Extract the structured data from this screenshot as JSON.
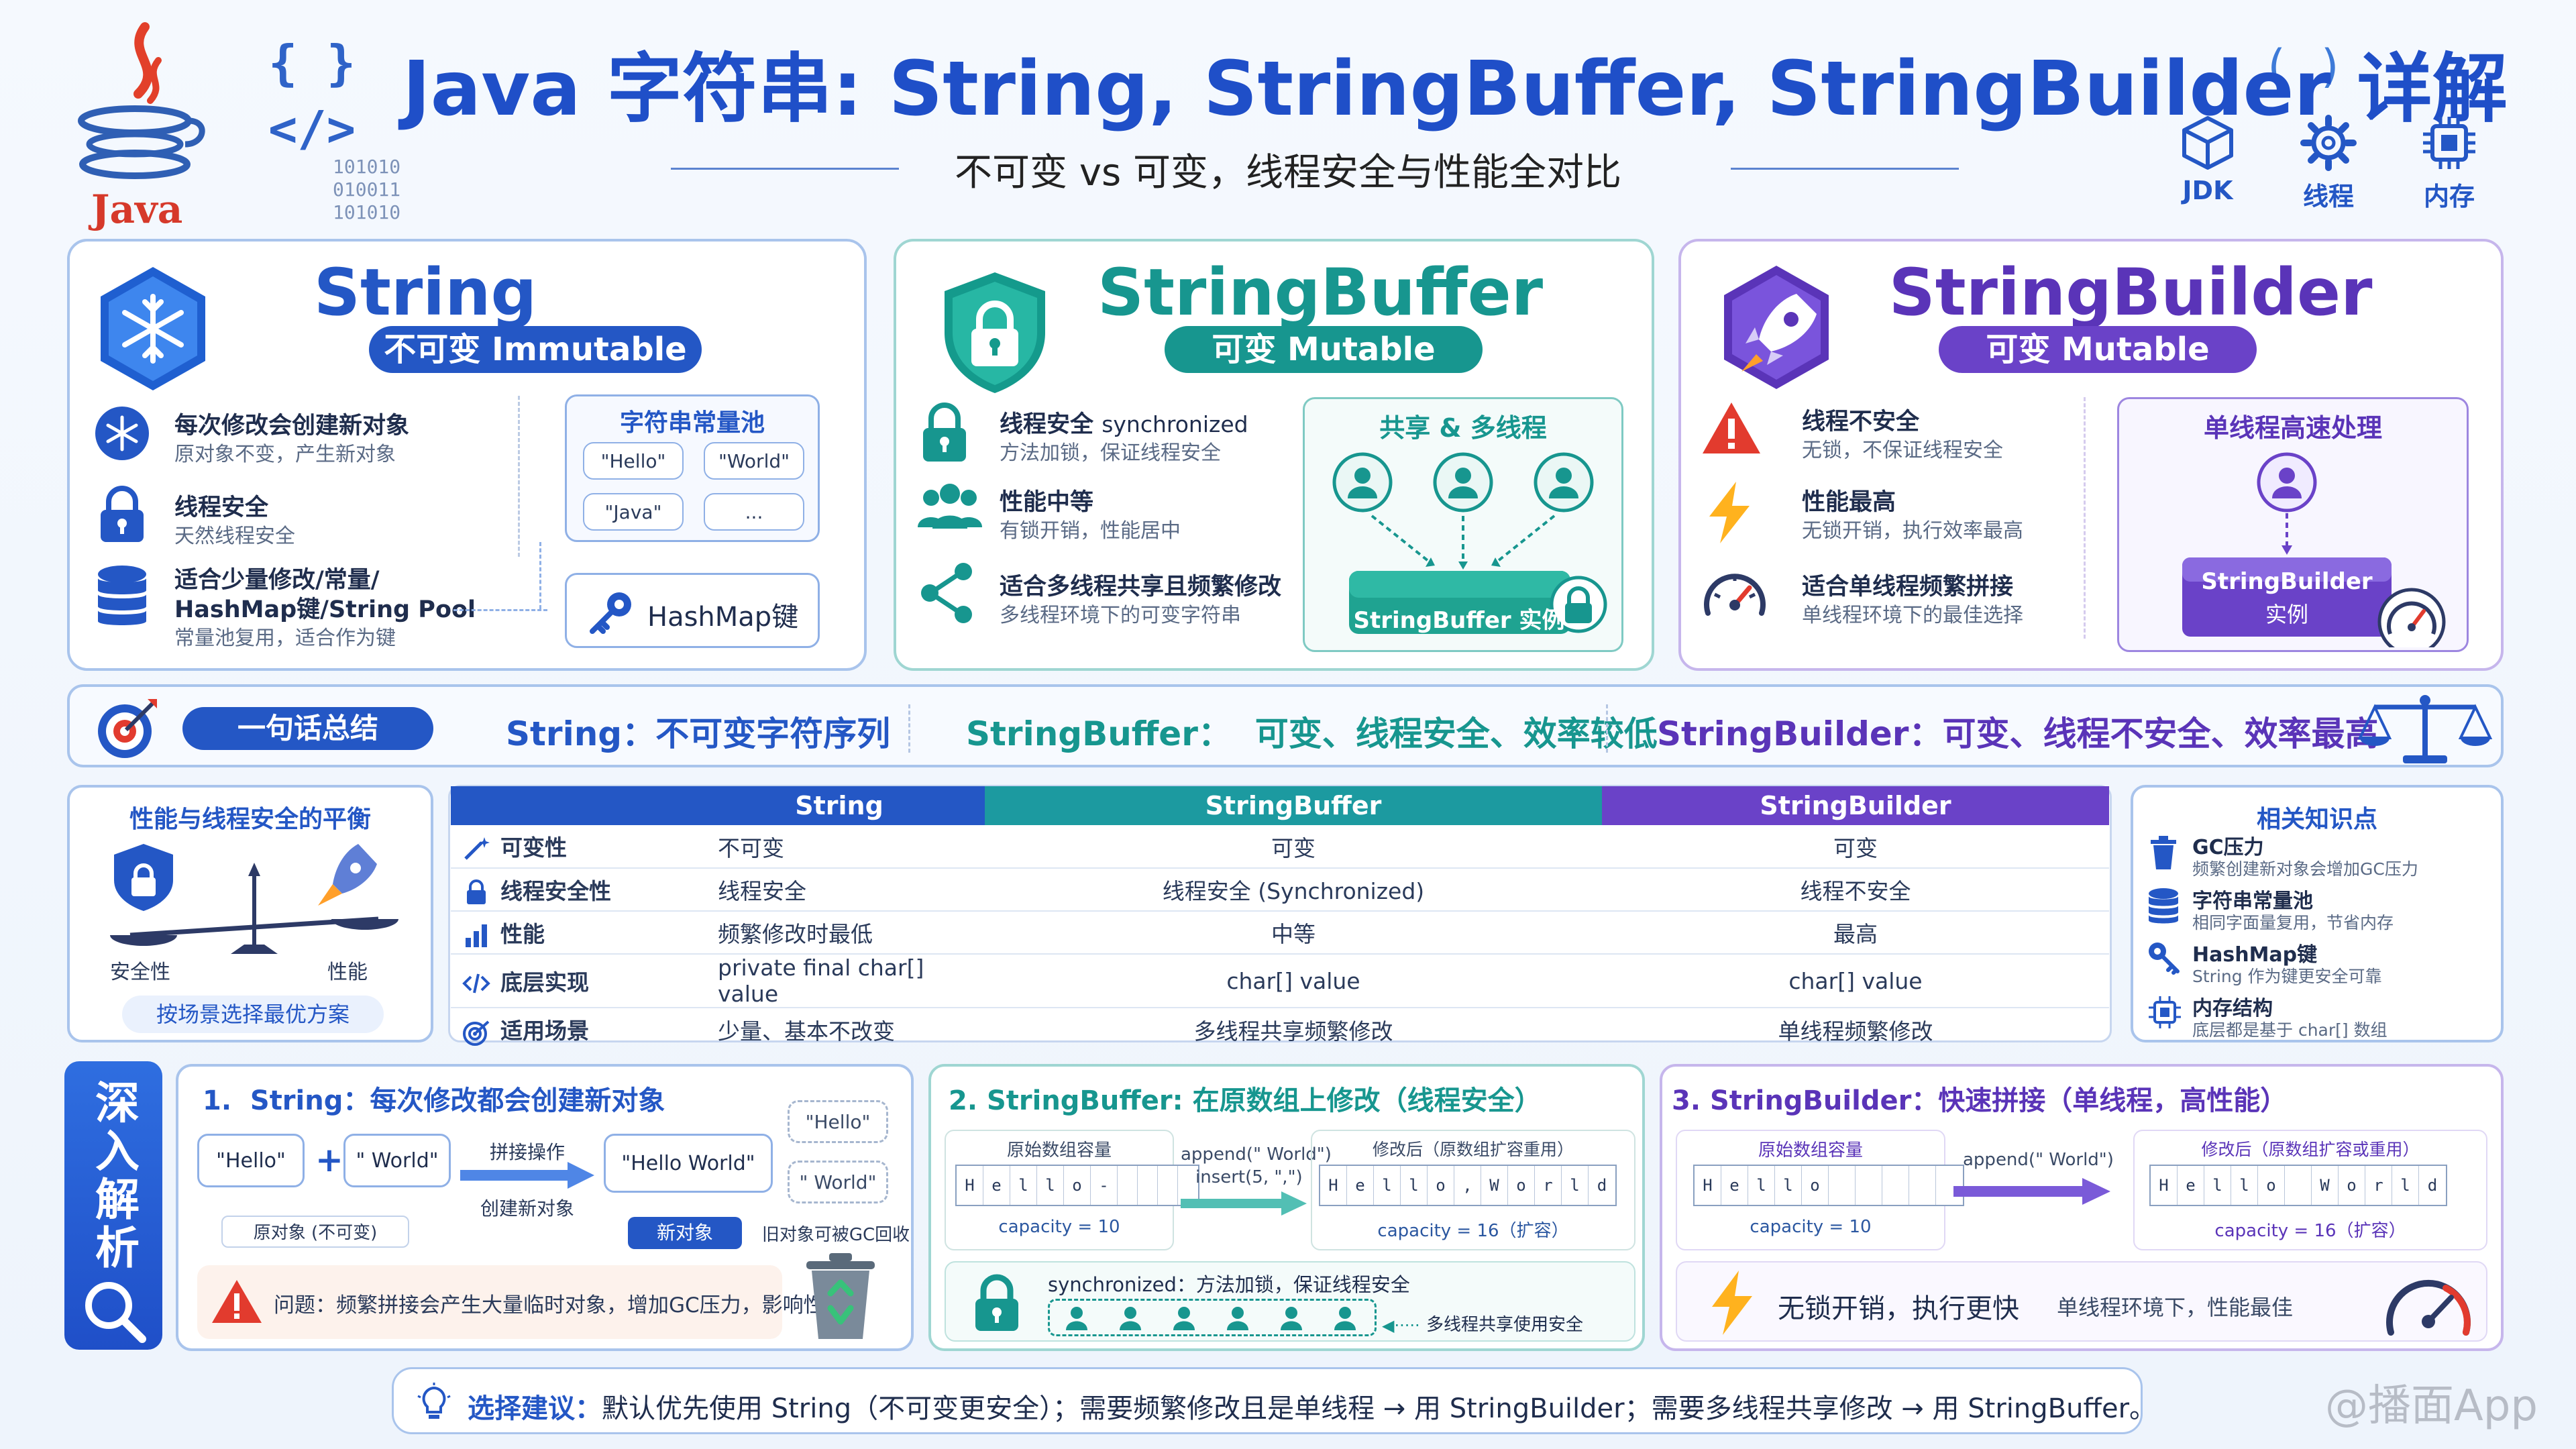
{
  "header": {
    "java_logo_text": "Java",
    "title": "Java 字符串: String, StringBuffer, StringBuilder 详解",
    "subtitle": "不可变 vs 可变，线程安全与性能全对比",
    "deco_braces": "{ }",
    "deco_tags": "</>",
    "deco_parens": "( )",
    "binary": [
      "101010",
      "010011",
      "101010"
    ],
    "top_icons": [
      {
        "label": "JDK",
        "icon": "cube-icon"
      },
      {
        "label": "线程",
        "icon": "gear-icon"
      },
      {
        "label": "内存",
        "icon": "chip-icon"
      }
    ]
  },
  "string_card": {
    "title": "String",
    "tag": "不可变 Immutable",
    "items": [
      {
        "title": "每次修改会创建新对象",
        "desc": "原对象不变，产生新对象"
      },
      {
        "title": "线程安全",
        "desc": "天然线程安全"
      },
      {
        "title": "适合少量修改/常量/",
        "title2": "HashMap键/String Pool",
        "desc": "常量池复用，适合作为键"
      }
    ],
    "pool_title": "字符串常量池",
    "pool_items": [
      "\"Hello\"",
      "\"World\"",
      "\"Java\"",
      "..."
    ],
    "hashmap_label": "HashMap键"
  },
  "buffer_card": {
    "title": "StringBuffer",
    "tag": "可变  Mutable",
    "items": [
      {
        "title": "线程安全",
        "title_suffix": "synchronized",
        "desc": "方法加锁，保证线程安全"
      },
      {
        "title": "性能中等",
        "desc": "有锁开销，性能居中"
      },
      {
        "title": "适合多线程共享且频繁修改",
        "desc": "多线程环境下的可变字符串"
      }
    ],
    "diagram_title": "共享 & 多线程",
    "instance_label": "StringBuffer 实例"
  },
  "builder_card": {
    "title": "StringBuilder",
    "tag": "可变  Mutable",
    "items": [
      {
        "title": "线程不安全",
        "desc": "无锁，不保证线程安全"
      },
      {
        "title": "性能最高",
        "desc": "无锁开销，执行效率最高"
      },
      {
        "title": "适合单线程频繁拼接",
        "desc": "单线程环境下的最佳选择"
      }
    ],
    "diagram_title": "单线程高速处理",
    "instance_line1": "StringBuilder",
    "instance_line2": "实例"
  },
  "summary": {
    "badge": "一句话总结",
    "parts": [
      "String：不可变字符序列",
      "StringBuffer：  可变、线程安全、效率较低",
      "StringBuilder：可变、线程不安全、效率最高"
    ]
  },
  "balance": {
    "title": "性能与线程安全的平衡",
    "left_label": "安全性",
    "right_label": "性能",
    "footer": "按场景选择最优方案"
  },
  "comparison": {
    "headers": [
      "String",
      "StringBuffer",
      "StringBuilder"
    ],
    "rows": [
      {
        "label": "可变性",
        "icon": "wand-icon",
        "values": [
          "不可变",
          "可变",
          "可变"
        ]
      },
      {
        "label": "线程安全性",
        "icon": "lock-icon",
        "values": [
          "线程安全",
          "线程安全 (Synchronized)",
          "线程不安全"
        ]
      },
      {
        "label": "性能",
        "icon": "bar-chart-icon",
        "values": [
          "频繁修改时最低",
          "中等",
          "最高"
        ]
      },
      {
        "label": "底层实现",
        "icon": "code-icon",
        "values": [
          "private final char[] value",
          "char[] value",
          "char[] value"
        ]
      },
      {
        "label": "适用场景",
        "icon": "target-icon",
        "values": [
          "少量、基本不改变",
          "多线程共享频繁修改",
          "单线程频繁修改"
        ]
      }
    ]
  },
  "knowledge": {
    "title": "相关知识点",
    "items": [
      {
        "title": "GC压力",
        "desc": "频繁创建新对象会增加GC压力",
        "icon": "trash-icon"
      },
      {
        "title": "字符串常量池",
        "desc": "相同字面量复用，节省内存",
        "icon": "database-icon"
      },
      {
        "title": "HashMap键",
        "desc": "String 作为键更安全可靠",
        "icon": "key-icon"
      },
      {
        "title": "内存结构",
        "desc": "底层都是基于 char[] 数组",
        "icon": "chip-icon"
      }
    ]
  },
  "deep": {
    "side_label": "深入解析",
    "p1": {
      "title": "1.  String：每次修改都会创建新对象",
      "hello": "\"Hello\"",
      "plus": "+",
      "world": "\" World\"",
      "op": "拼接操作",
      "op_sub": "创建新对象",
      "result": "\"Hello World\"",
      "orig_label": "原对象 (不可变)",
      "new_label": "新对象",
      "old1": "\"Hello\"",
      "old2": "\" World\"",
      "gc_label": "旧对象可被GC回收",
      "warning": "问题：频繁拼接会产生大量临时对象，增加GC压力，影响性能"
    },
    "p2": {
      "title": "2. StringBuffer: 在原数组上修改（线程安全）",
      "orig_cap_title": "原始数组容量",
      "orig_cells": [
        "H",
        "e",
        "l",
        "l",
        "o",
        "-",
        "",
        "",
        "",
        ""
      ],
      "orig_capacity": "capacity = 10",
      "op1": "append(\" World\")",
      "op2": "insert(5, \",\")",
      "mod_title": "修改后（原数组扩容重用）",
      "mod_cells": [
        "H",
        "e",
        "l",
        "l",
        "o",
        ",",
        "W",
        "o",
        "r",
        "l",
        "d"
      ],
      "mod_capacity": "capacity = 16（扩容）",
      "sync_text": "synchronized：方法加锁，保证线程安全",
      "thread_label": "多线程共享使用安全"
    },
    "p3": {
      "title": "3. StringBuilder：快速拼接（单线程，高性能）",
      "orig_cap_title": "原始数组容量",
      "orig_cells": [
        "H",
        "e",
        "l",
        "l",
        "o",
        "",
        "",
        "",
        "",
        ""
      ],
      "orig_capacity": "capacity = 10",
      "op": "append(\" World\")",
      "mod_title": "修改后（原数组扩容或重用）",
      "mod_cells": [
        "H",
        "e",
        "l",
        "l",
        "o",
        "",
        "W",
        "o",
        "r",
        "l",
        "d"
      ],
      "mod_capacity": "capacity = 16（扩容）",
      "fast_text": "无锁开销，执行更快",
      "fast_sub": "单线程环境下，性能最佳"
    }
  },
  "advice": {
    "label": "选择建议：",
    "text": "默认优先使用 String（不可变更安全）；需要频繁修改且是单线程 → 用 StringBuilder；需要多线程共享修改 → 用 StringBuffer。"
  },
  "watermark": "@播面App",
  "colors": {
    "string_blue": "#2457c5",
    "buffer_teal": "#17968f",
    "builder_purple": "#6a42c8",
    "title_blue": "#1f4fc8"
  }
}
